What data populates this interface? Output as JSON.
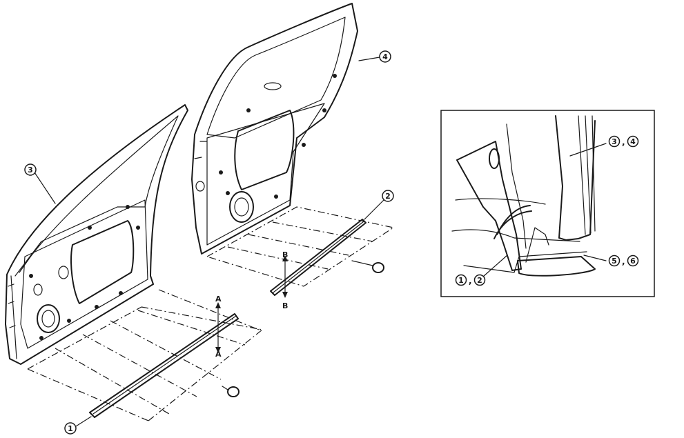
{
  "callouts": {
    "c1": "1",
    "c2": "2",
    "c3": "3",
    "c4": "4"
  },
  "section_marks": {
    "a_top": "A",
    "a_bottom": "A",
    "b_top": "B",
    "b_bottom": "B"
  },
  "inset": {
    "label_12": {
      "first": "1",
      "sep": ",",
      "second": "2"
    },
    "label_34": {
      "first": "3",
      "sep": ",",
      "second": "4"
    },
    "label_56": {
      "first": "5",
      "sep": ",",
      "second": "6"
    }
  }
}
